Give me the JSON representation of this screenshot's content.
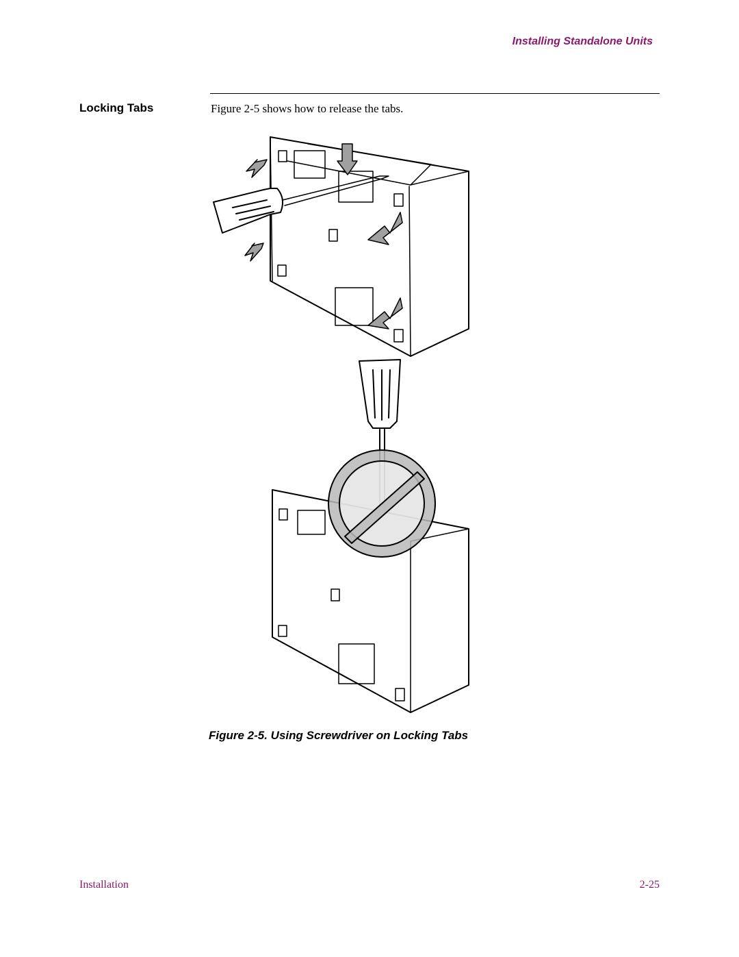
{
  "header": {
    "running_title": "Installing Standalone Units"
  },
  "section": {
    "heading": "Locking Tabs",
    "body": "Figure 2-5 shows how to release the tabs."
  },
  "figure": {
    "caption": "Figure 2-5. Using Screwdriver on Locking Tabs"
  },
  "footer": {
    "chapter": "Installation",
    "page_number": "2-25"
  },
  "colors": {
    "accent": "#8a1a6b",
    "arrow_fill": "#a0a0a0",
    "prohibit_fill": "#b8b8b8"
  }
}
